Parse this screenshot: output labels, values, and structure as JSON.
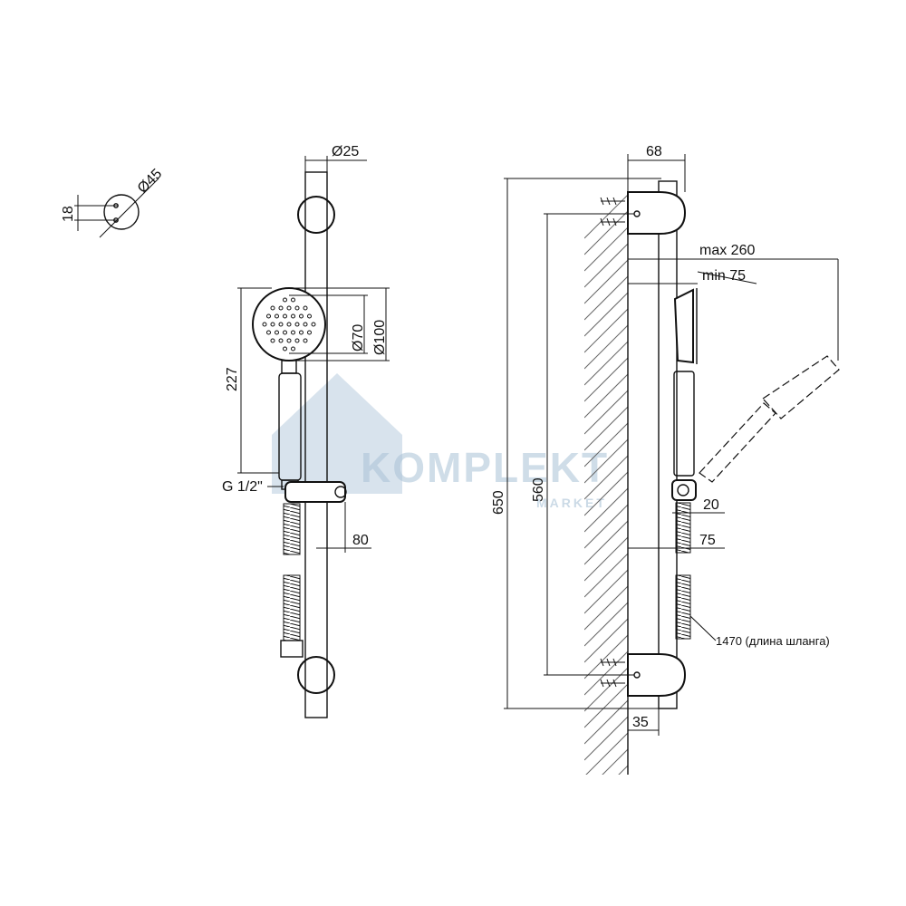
{
  "drawing": {
    "top_view": {
      "diameter_label": "Ø45",
      "hole_spacing_label": "18"
    },
    "front_view": {
      "bar_diameter_label": "Ø25",
      "head_inner_diameter_label": "Ø70",
      "head_outer_diameter_label": "Ø100",
      "handle_length_label": "227",
      "thread_label": "G 1/2\"",
      "holder_offset_label": "80"
    },
    "side_view": {
      "depth_label": "68",
      "reach_max_label": "max 260",
      "reach_min_label": "min 75",
      "total_height_label": "650",
      "mount_spacing_label": "560",
      "holder_size_label": "20",
      "holder_depth_label": "75",
      "hose_label": "1470 (длина шланга)",
      "wall_offset_label": "35"
    }
  },
  "watermark": {
    "brand": "KOMPLEKT",
    "sub": "MARKET"
  }
}
